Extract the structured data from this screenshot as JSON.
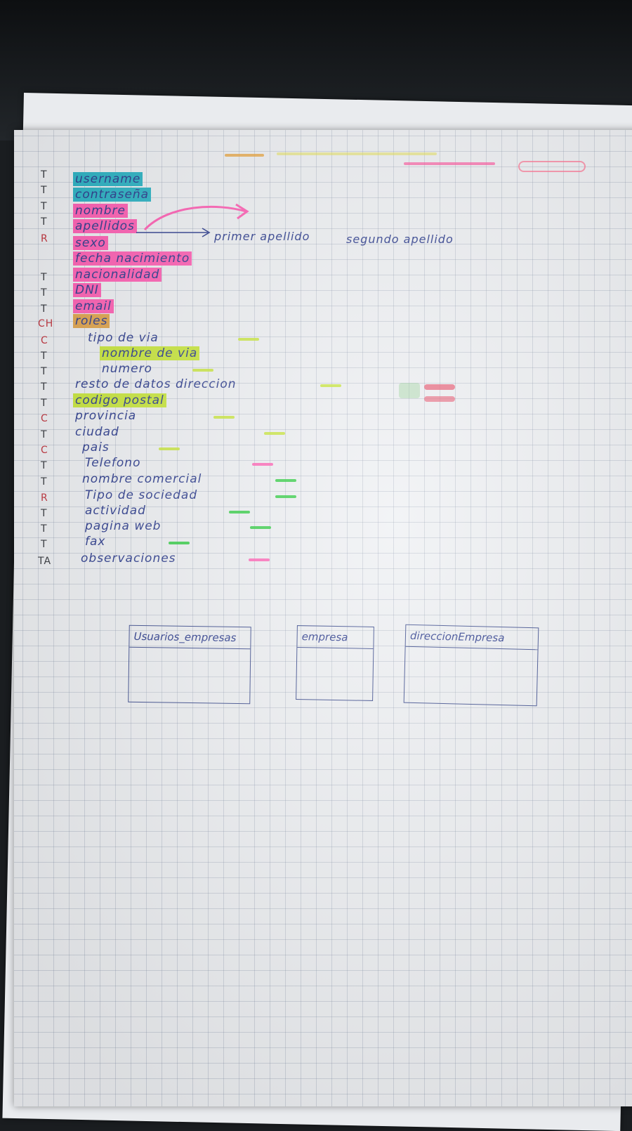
{
  "type_codes": [
    "T",
    "T",
    "T",
    "T",
    "R",
    "",
    "T",
    "T",
    "T",
    "CH",
    "C",
    "T",
    "T",
    "T",
    "T",
    "C",
    "T",
    "C",
    "T",
    "T",
    "R",
    "T",
    "T",
    "T",
    "TA"
  ],
  "fields": [
    {
      "text": "username",
      "hl": "#2bb3c4"
    },
    {
      "text": "contraseña",
      "hl": "#2bb3c4"
    },
    {
      "text": "nombre",
      "hl": "#ff5fb4"
    },
    {
      "text": "apellidos",
      "hl": "#ff5fb4"
    },
    {
      "text": "sexo",
      "hl": "#ff5fb4"
    },
    {
      "text": "fecha nacimiento",
      "hl": "#ff5fb4"
    },
    {
      "text": "nacionalidad",
      "hl": "#ff5fb4"
    },
    {
      "text": "DNI",
      "hl": "#ff5fb4"
    },
    {
      "text": "email",
      "hl": "#ff5fb4"
    },
    {
      "text": "roles",
      "hl": "#e0a44c"
    },
    {
      "text": "tipo de via",
      "hl": ""
    },
    {
      "text": "nombre de via",
      "hl": "#c8e63a"
    },
    {
      "text": "numero",
      "hl": ""
    },
    {
      "text": "resto de datos direccion",
      "hl": ""
    },
    {
      "text": "codigo postal",
      "hl": "#c8e63a"
    },
    {
      "text": "provincia",
      "hl": ""
    },
    {
      "text": "ciudad",
      "hl": ""
    },
    {
      "text": "pais",
      "hl": ""
    },
    {
      "text": "Telefono",
      "hl": ""
    },
    {
      "text": "nombre comercial",
      "hl": ""
    },
    {
      "text": "Tipo de sociedad",
      "hl": ""
    },
    {
      "text": "actividad",
      "hl": ""
    },
    {
      "text": "pagina web",
      "hl": ""
    },
    {
      "text": "fax",
      "hl": ""
    },
    {
      "text": "observaciones",
      "hl": ""
    }
  ],
  "annotation": {
    "first": "primer apellido",
    "second": "segundo apellido"
  },
  "tables": [
    {
      "name": "Usuarios_empresas"
    },
    {
      "name": "empresa"
    },
    {
      "name": "direccionEmpresa"
    }
  ],
  "colors": {
    "ink": "#2a3a8c",
    "cyan": "#2bb3c4",
    "pink": "#ff5fb4",
    "orange": "#e0a44c",
    "lime": "#c8e63a",
    "green": "#2ecc40"
  }
}
